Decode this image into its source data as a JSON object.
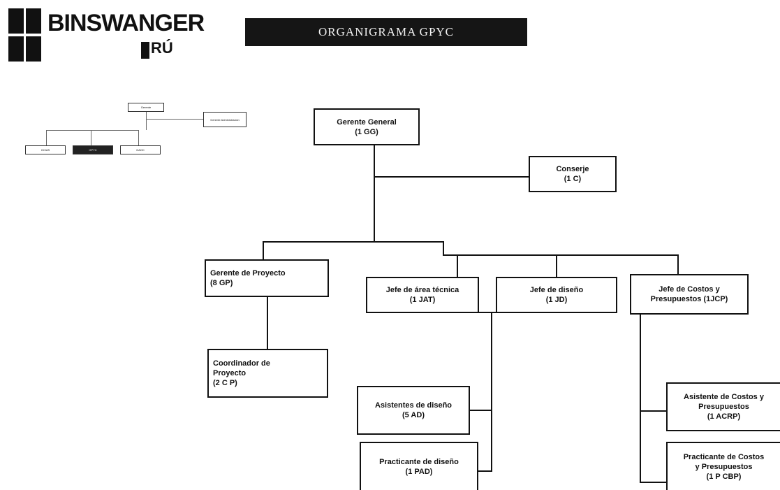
{
  "logo": {
    "name": "BINSWANGER",
    "sub": "RÚ"
  },
  "banner": {
    "title": "ORGANIGRAMA GPYC"
  },
  "mini_chart": {
    "top": "Gerente",
    "right": "Gerente Administración",
    "children": [
      "GCIAS",
      "GPYC",
      "GAOC"
    ]
  },
  "org": {
    "gerente_general": {
      "title": "Gerente General",
      "code": "(1 GG)"
    },
    "conserje": {
      "title": "Conserje",
      "code": "(1 C)"
    },
    "gerente_proyecto": {
      "title": "Gerente de Proyecto",
      "code": "(8 GP)"
    },
    "coordinador_proyecto": {
      "line1": "Coordinador de",
      "line2": "Proyecto",
      "code": "(2 C P)"
    },
    "jefe_arquitectonica": {
      "title": "Jefe de área técnica",
      "code": "(1 JAT)"
    },
    "jefe_diseno": {
      "title": "Jefe de diseño",
      "code": "(1 JD)"
    },
    "jefe_costos": {
      "line1": "Jefe de Costos y",
      "line2": "Presupuestos (1JCP)"
    },
    "asistente_diseno": {
      "title": "Asistentes de diseño",
      "code": "(5 AD)"
    },
    "practicante_diseno": {
      "title": "Practicante de diseño",
      "code": "(1 PAD)"
    },
    "asistente_costos": {
      "line1": "Asistente de Costos y",
      "line2": "Presupuestos",
      "code": "(1 ACRP)"
    },
    "practicante_costos": {
      "line1": "Practicante de Costos",
      "line2": "y Presupuestos",
      "code": "(1 P CBP)"
    }
  }
}
